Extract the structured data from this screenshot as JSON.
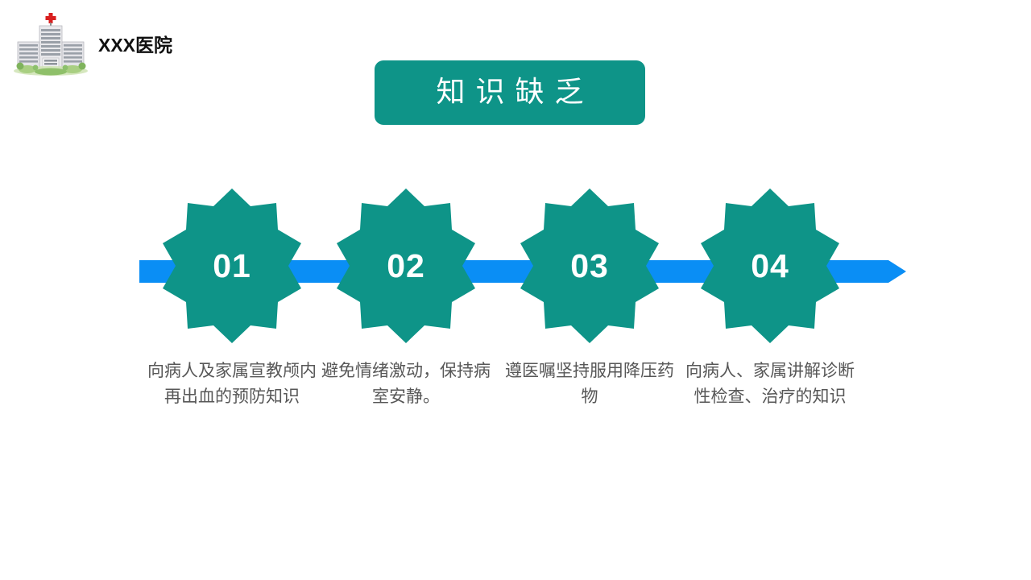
{
  "brand": {
    "name": "XXX医院",
    "logo_icon": "hospital-building-icon",
    "logo_cross_color": "#d91f1f"
  },
  "title": {
    "text": "知识缺乏",
    "background_color": "#0E9488",
    "text_color": "#ffffff"
  },
  "timeline": {
    "bar_color": "#0A8EF5",
    "badge_color": "#0E9488",
    "badge_text_color": "#ffffff",
    "steps": [
      {
        "number": "01",
        "caption": "向病人及家属宣教颅内再出血的预防知识"
      },
      {
        "number": "02",
        "caption": "避免情绪激动，保持病室安静。"
      },
      {
        "number": "03",
        "caption": "遵医嘱坚持服用降压药物"
      },
      {
        "number": "04",
        "caption": "向病人、家属讲解诊断性检查、治疗的知识"
      }
    ],
    "caption_text_color": "#575757"
  }
}
